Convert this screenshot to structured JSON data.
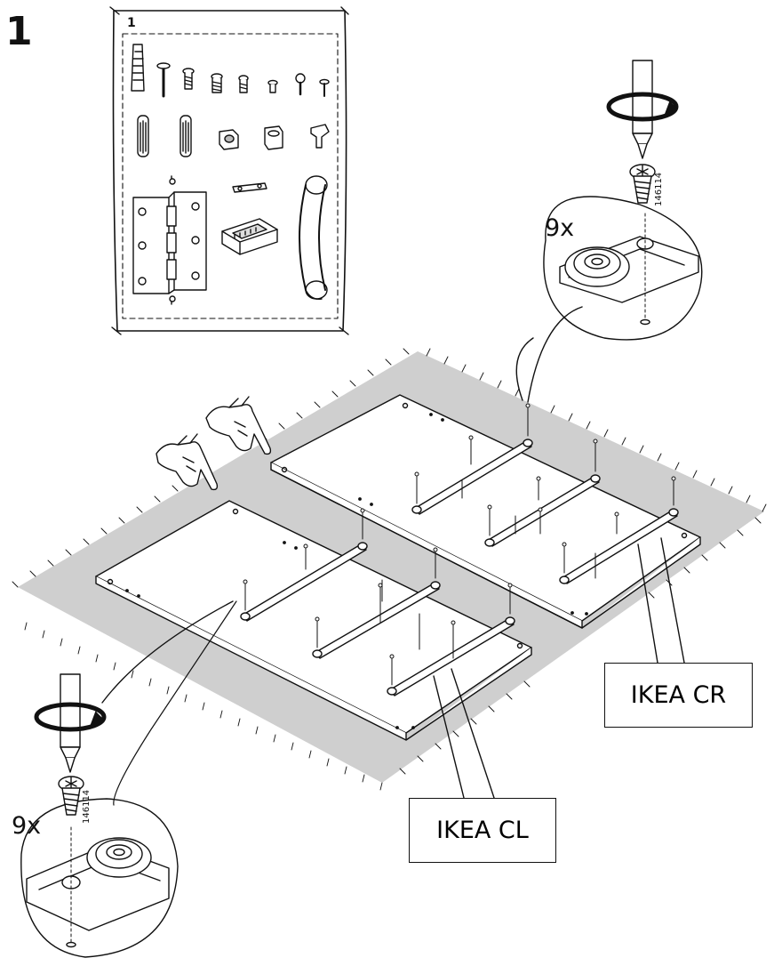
{
  "step": {
    "number": "1",
    "bag_number": "1"
  },
  "panels": {
    "right_label": "IKEA CR",
    "left_label": "IKEA CL"
  },
  "details": {
    "right": {
      "quantity": "9x",
      "part_number": "146114"
    },
    "left": {
      "quantity": "9x",
      "part_number": "146114"
    }
  },
  "icons": [
    "fittings-bag",
    "two-person-hands-icon",
    "screwdriver-rotate-icon",
    "screw-icon",
    "rail-bracket-icon"
  ],
  "colors": {
    "line": "#111111",
    "mat": "#cfcfcf",
    "panel": "#ffffff"
  }
}
